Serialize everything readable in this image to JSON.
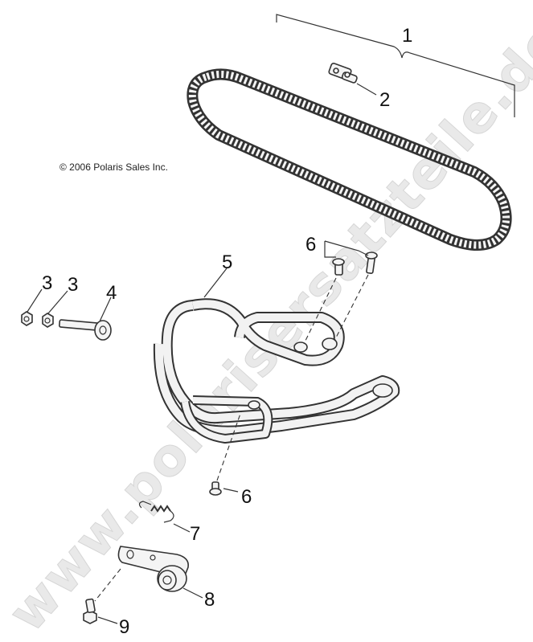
{
  "copyright": "© 2006 Polaris Sales Inc.",
  "watermark": "www.polarisersatzteile.de",
  "callouts": {
    "c1": "1",
    "c2": "2",
    "c3a": "3",
    "c3b": "3",
    "c4": "4",
    "c5": "5",
    "c6a": "6",
    "c6b": "6",
    "c7": "7",
    "c8": "8",
    "c9": "9"
  }
}
